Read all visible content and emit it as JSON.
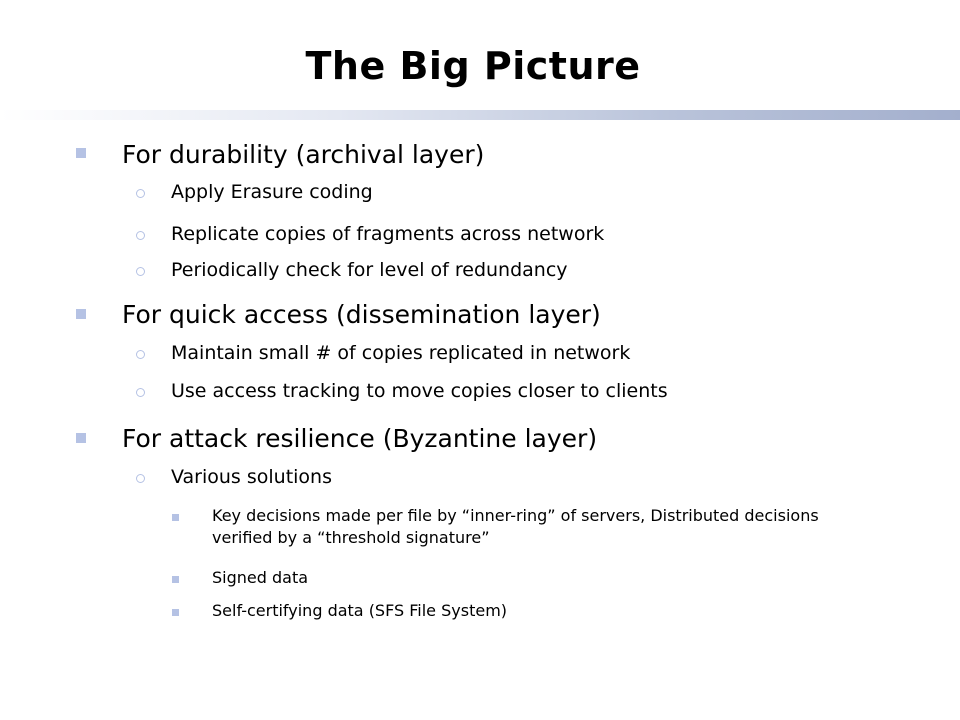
{
  "title": "The Big Picture",
  "accent_color": "#b5c2e4",
  "sections": [
    {
      "label": "For durability (archival layer)",
      "items": [
        "Apply Erasure coding",
        "Replicate copies of fragments across network",
        "Periodically check for level of redundancy"
      ]
    },
    {
      "label": "For quick access (dissemination layer)",
      "items": [
        "Maintain small # of copies replicated in network",
        "Use access tracking to move copies closer to clients"
      ]
    },
    {
      "label": "For attack resilience (Byzantine layer)",
      "items": [
        "Various solutions"
      ],
      "subitems": [
        "Key decisions made per file by “inner-ring” of servers, Distributed decisions verified by a “threshold signature”",
        "Signed data",
        "Self-certifying data (SFS File System)"
      ]
    }
  ]
}
